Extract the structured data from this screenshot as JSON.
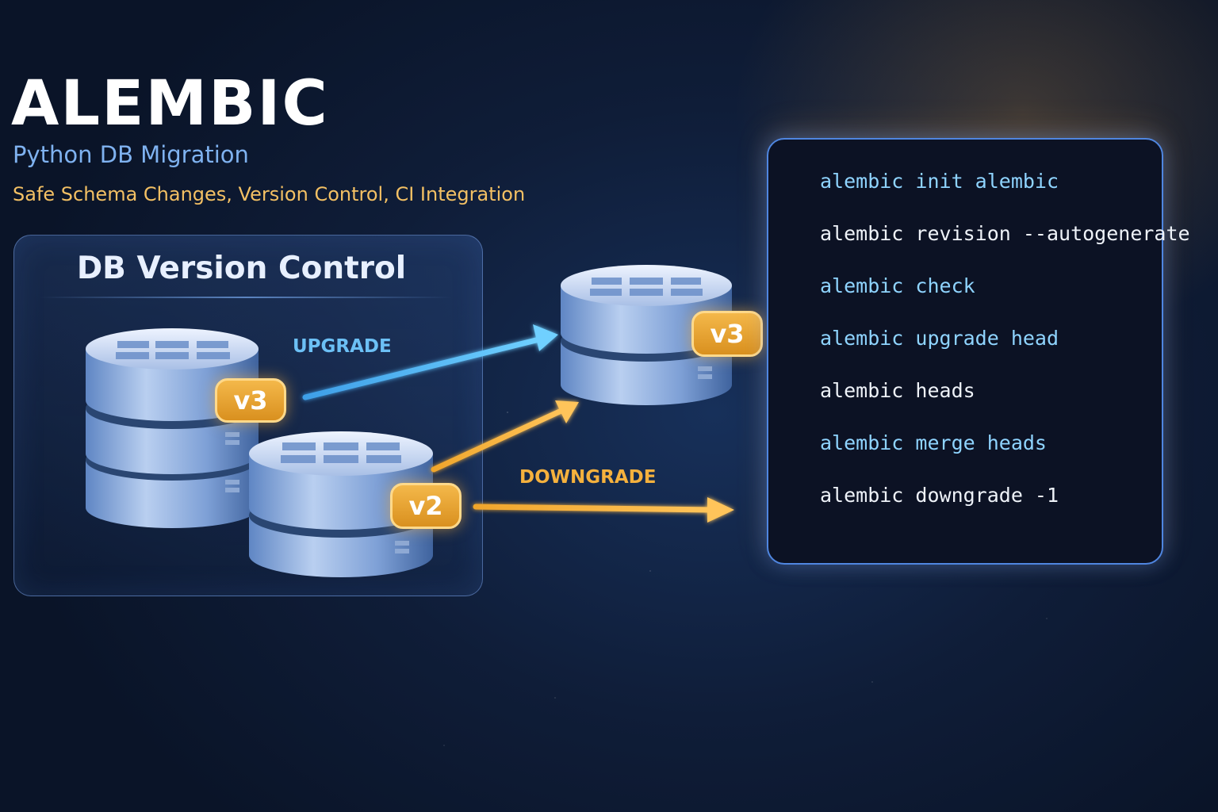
{
  "header": {
    "title": "ALEMBIC",
    "subtitle": "Python DB Migration",
    "tagline": "Safe Schema Changes, Version Control, CI Integration"
  },
  "panel": {
    "title": "DB Version Control"
  },
  "diagram": {
    "upgrade_label": "UPGRADE",
    "downgrade_label": "DOWNGRADE",
    "left_db_badge": "v3",
    "middle_db_badge": "v2",
    "right_db_badge": "v3"
  },
  "terminal": {
    "commands": [
      {
        "text": "alembic init alembic",
        "color": "cyan"
      },
      {
        "text": "alembic revision --autogenerate",
        "color": "white"
      },
      {
        "text": "alembic check",
        "color": "cyan"
      },
      {
        "text": "alembic upgrade head",
        "color": "cyan"
      },
      {
        "text": "alembic heads",
        "color": "white"
      },
      {
        "text": "alembic merge heads",
        "color": "cyan"
      },
      {
        "text": "alembic downgrade -1",
        "color": "white"
      }
    ]
  },
  "colors": {
    "accent_blue": "#6cc0f5",
    "accent_orange": "#f5b13d",
    "terminal_border": "#4f86e0"
  }
}
